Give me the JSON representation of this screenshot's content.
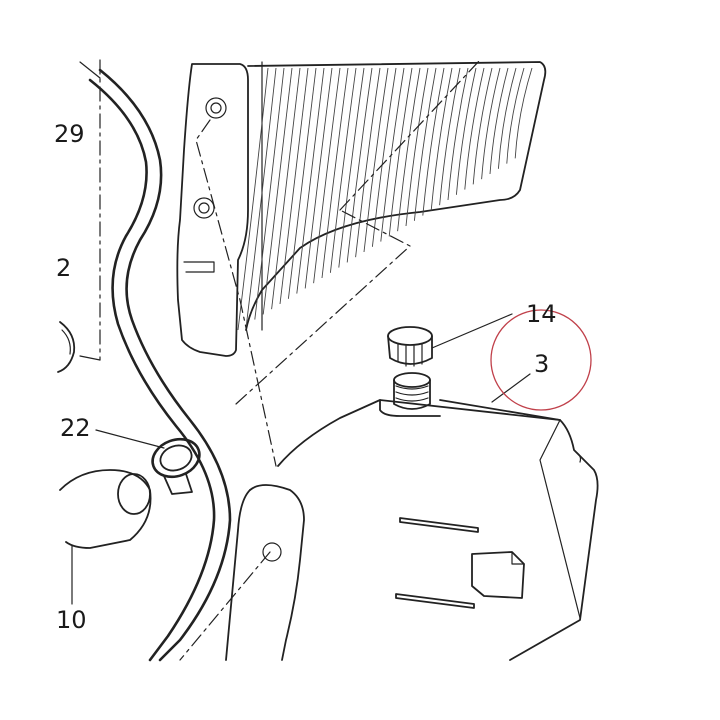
{
  "callouts": {
    "c29": "29",
    "c2": "2",
    "c14": "14",
    "c3": "3",
    "c22": "22",
    "c10": "10"
  },
  "colors": {
    "line": "#222222",
    "highlight_circle": "#c0404a"
  }
}
